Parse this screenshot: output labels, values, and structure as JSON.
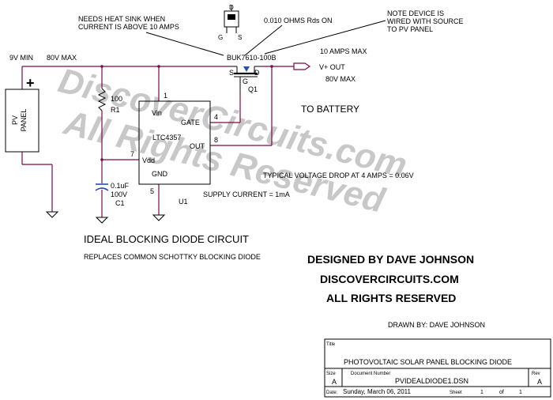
{
  "annotations": {
    "heat_sink_1": "NEEDS HEAT SINK WHEN",
    "heat_sink_2": "CURRENT IS ABOVE 10 AMPS",
    "rds_on": "0.010 OHMS Rds ON",
    "wiring_1": "NOTE DEVICE IS",
    "wiring_2": "WIRED WITH SOURCE",
    "wiring_3": "TO PV PANEL",
    "vmin": "9V MIN",
    "vmax": "80V MAX",
    "amps_max": "10 AMPS MAX",
    "out_label": "V+ OUT",
    "out_vmax": "80V MAX",
    "to_battery": "TO BATTERY",
    "voltage_drop": "TYPICAL VOLTAGE DROP AT 4 AMPS = 0.06V",
    "supply_current": "SUPPLY CURRENT = 1mA"
  },
  "components": {
    "mosfet_part": "BUK7610-100B",
    "mosfet_ref": "Q1",
    "pin_d": "D",
    "pin_g": "G",
    "pin_s": "S",
    "resistor_value": "100",
    "resistor_ref": "R1",
    "cap_value": "0.1uF",
    "cap_voltage": "100V",
    "cap_ref": "C1",
    "ic_part": "LTC4357",
    "ic_ref": "U1",
    "ic_pin_vin": "Vin",
    "ic_pin_gate": "GATE",
    "ic_pin_out": "OUT",
    "ic_pin_vdd": "Vdd",
    "ic_pin_gnd": "GND",
    "pin_1": "1",
    "pin_4": "4",
    "pin_8": "8",
    "pin_7": "7",
    "pin_5": "5",
    "panel_plus": "+",
    "panel_label_1": "PV",
    "panel_label_2": "PANEL"
  },
  "captions": {
    "title": "IDEAL BLOCKING DIODE CIRCUIT",
    "subtitle": "REPLACES COMMON SCHOTTKY BLOCKING DIODE",
    "designed_by": "DESIGNED BY DAVE JOHNSON",
    "website": "DISCOVERCIRCUITS.COM",
    "rights": "ALL RIGHTS RESERVED",
    "drawn_by": "DRAWN BY:  DAVE JOHNSON"
  },
  "watermark": {
    "line1": "DiscoverCircuits.com",
    "line2": "All Rights Reserved"
  },
  "title_block": {
    "title_label": "Title",
    "title_value": "PHOTOVOLTAIC SOLAR PANEL BLOCKING DIODE",
    "size_label": "Size",
    "size_value": "A",
    "docnum_label": "Document Number",
    "docnum_value": "PVIDEALDIODE1.DSN",
    "rev_label": "Rev",
    "rev_value": "A",
    "date_label": "Date:",
    "date_value": "Sunday, March 06, 2011",
    "sheet_label": "Sheet",
    "sheet_num": "1",
    "of_label": "of",
    "sheet_total": "1"
  }
}
